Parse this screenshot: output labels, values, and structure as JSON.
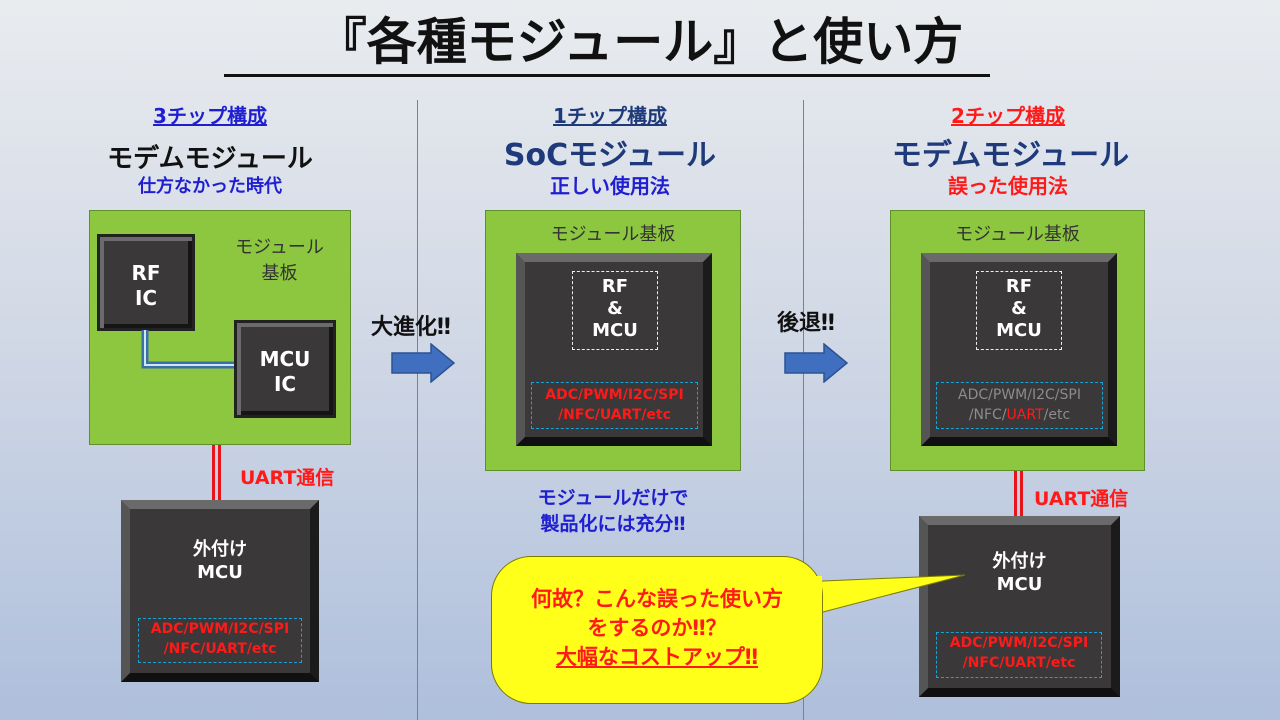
{
  "title": "『各種モジュール』と使い方",
  "left": {
    "config": "3チップ構成",
    "heading": "モデムモジュール",
    "subheading": "仕方なかった時代",
    "board_label_line1": "モジュール",
    "board_label_line2": "基板",
    "rf_chip_line1": "RF",
    "rf_chip_line2": "IC",
    "mcu_chip_line1": "MCU",
    "mcu_chip_line2": "IC",
    "uart_label": "UART通信",
    "ext_mcu_line1": "外付け",
    "ext_mcu_line2": "MCU",
    "periph_line1": "ADC/PWM/I2C/SPI",
    "periph_line2": "/NFC/UART/etc"
  },
  "arrow1_label": "大進化‼",
  "middle": {
    "config": "1チップ構成",
    "heading": "SoCモジュール",
    "subheading": "正しい使用法",
    "board_label": "モジュール基板",
    "soc_line1": "RF",
    "soc_line2": "&",
    "soc_line3": "MCU",
    "periph_line1": "ADC/PWM/I2C/SPI",
    "periph_line2": "/NFC/UART/etc",
    "note_line1": "モジュールだけで",
    "note_line2": "製品化には充分‼"
  },
  "arrow2_label": "後退‼",
  "right": {
    "config": "2チップ構成",
    "heading": "モデムモジュール",
    "subheading": "誤った使用法",
    "board_label": "モジュール基板",
    "soc_line1": "RF",
    "soc_line2": "&",
    "soc_line3": "MCU",
    "periph_line1": "ADC/PWM/I2C/SPI",
    "periph_line2a": "/NFC/",
    "periph_line2b": "UART",
    "periph_line2c": "/etc",
    "uart_label": "UART通信",
    "ext_mcu_line1": "外付け",
    "ext_mcu_line2": "MCU",
    "ext_periph_line1": "ADC/PWM/I2C/SPI",
    "ext_periph_line2": "/NFC/UART/etc"
  },
  "callout": {
    "line1": "何故？こんな誤った使い方",
    "line2": "をするのか‼？",
    "line3": "大幅なコストアップ‼"
  },
  "colors": {
    "board": "#8dc63f",
    "chip": "#3a3838",
    "arrow": "#3f6fbe",
    "accent_red": "#ff1a1a",
    "accent_blue": "#1f1fd1",
    "navy": "#1f3a7a",
    "callout": "#ffff1a"
  }
}
